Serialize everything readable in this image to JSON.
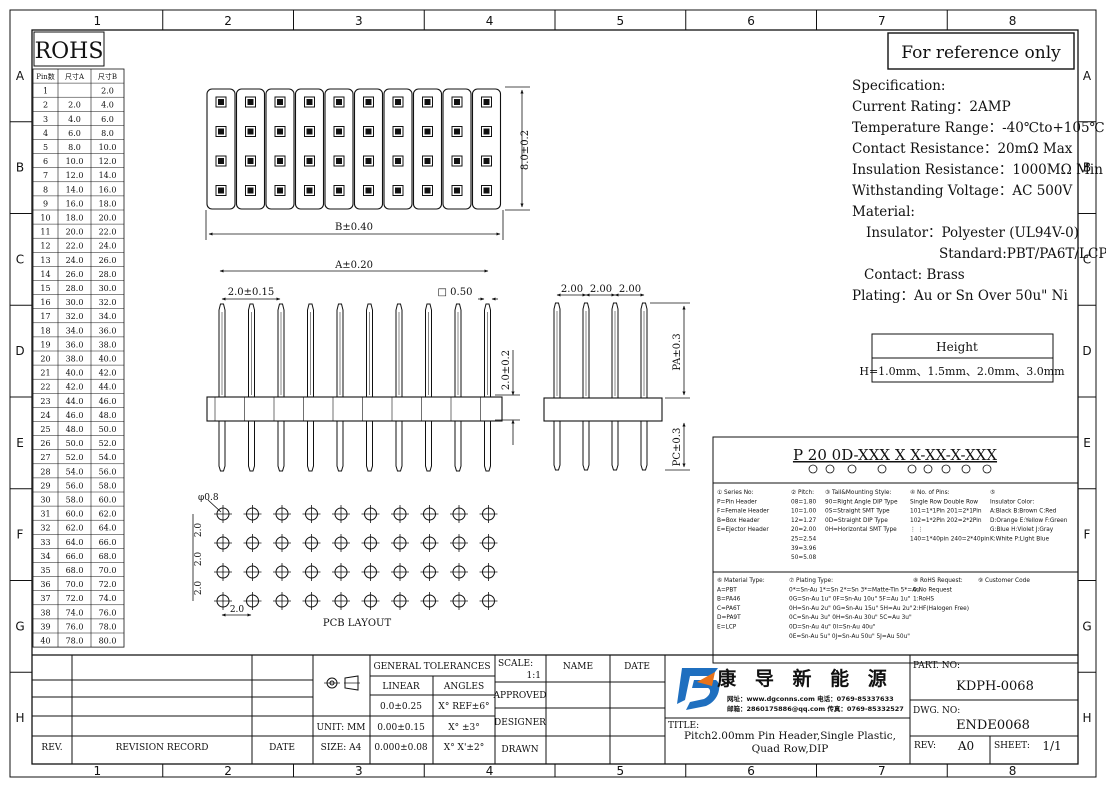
{
  "grid": {
    "columns": [
      "1",
      "2",
      "3",
      "4",
      "5",
      "6",
      "7",
      "8"
    ],
    "rows": [
      "A",
      "B",
      "C",
      "D",
      "E",
      "F",
      "G",
      "H"
    ]
  },
  "rohs": "ROHS",
  "reference": "For reference only",
  "pin_table": {
    "headers": [
      "Pin数",
      "尺寸A",
      "尺寸B"
    ],
    "rows": [
      [
        "1",
        "",
        "2.0"
      ],
      [
        "2",
        "2.0",
        "4.0"
      ],
      [
        "3",
        "4.0",
        "6.0"
      ],
      [
        "4",
        "6.0",
        "8.0"
      ],
      [
        "5",
        "8.0",
        "10.0"
      ],
      [
        "6",
        "10.0",
        "12.0"
      ],
      [
        "7",
        "12.0",
        "14.0"
      ],
      [
        "8",
        "14.0",
        "16.0"
      ],
      [
        "9",
        "16.0",
        "18.0"
      ],
      [
        "10",
        "18.0",
        "20.0"
      ],
      [
        "11",
        "20.0",
        "22.0"
      ],
      [
        "12",
        "22.0",
        "24.0"
      ],
      [
        "13",
        "24.0",
        "26.0"
      ],
      [
        "14",
        "26.0",
        "28.0"
      ],
      [
        "15",
        "28.0",
        "30.0"
      ],
      [
        "16",
        "30.0",
        "32.0"
      ],
      [
        "17",
        "32.0",
        "34.0"
      ],
      [
        "18",
        "34.0",
        "36.0"
      ],
      [
        "19",
        "36.0",
        "38.0"
      ],
      [
        "20",
        "38.0",
        "40.0"
      ],
      [
        "21",
        "40.0",
        "42.0"
      ],
      [
        "22",
        "42.0",
        "44.0"
      ],
      [
        "23",
        "44.0",
        "46.0"
      ],
      [
        "24",
        "46.0",
        "48.0"
      ],
      [
        "25",
        "48.0",
        "50.0"
      ],
      [
        "26",
        "50.0",
        "52.0"
      ],
      [
        "27",
        "52.0",
        "54.0"
      ],
      [
        "28",
        "54.0",
        "56.0"
      ],
      [
        "29",
        "56.0",
        "58.0"
      ],
      [
        "30",
        "58.0",
        "60.0"
      ],
      [
        "31",
        "60.0",
        "62.0"
      ],
      [
        "32",
        "62.0",
        "64.0"
      ],
      [
        "33",
        "64.0",
        "66.0"
      ],
      [
        "34",
        "66.0",
        "68.0"
      ],
      [
        "35",
        "68.0",
        "70.0"
      ],
      [
        "36",
        "70.0",
        "72.0"
      ],
      [
        "37",
        "72.0",
        "74.0"
      ],
      [
        "38",
        "74.0",
        "76.0"
      ],
      [
        "39",
        "76.0",
        "78.0"
      ],
      [
        "40",
        "78.0",
        "80.0"
      ]
    ]
  },
  "dims": {
    "height_dim": "8.0±0.2",
    "b_dim": "B±0.40",
    "a_dim": "A±0.20",
    "pitch": "2.0±0.15",
    "square": "□ 0.50",
    "pitch_side_1": "2.00",
    "pitch_side_2": "2.00",
    "pitch_side_3": "2.00",
    "body_height": "2.0±0.2",
    "pa": "PA±0.3",
    "pc": "PC±0.3",
    "hole": "φ0.8",
    "pcb_pitch_1": "2.0",
    "pcb_pitch_2": "2.0",
    "pcb_pitch_3": "2.0",
    "pcb_pitch_x": "2.0",
    "pcb_label": "PCB LAYOUT"
  },
  "specification": [
    "Specification:",
    "Current Rating：2AMP",
    "Temperature Range：-40℃to+105℃",
    "Contact Resistance：20mΩ Max",
    "Insulation Resistance：1000MΩ Min",
    "Withstanding Voltage：AC 500V",
    "Material:",
    "Insulator：Polyester (UL94V-0)",
    "Standard:PBT/PA6T/LCP",
    "Contact: Brass",
    "Plating：Au or Sn Over 50u\" Ni"
  ],
  "height_box": {
    "title": "Height",
    "value": "H=1.0mm、1.5mm、2.0mm、3.0mm"
  },
  "part_code": {
    "code": "P 20 0D-XXX X X-XX-X-XXX",
    "sections": {
      "s1": [
        "① Series No:",
        "P=Pin Header",
        "F=Female Header",
        "B=Box Header",
        "E=Ejector Header"
      ],
      "s2": [
        "② Pitch:",
        "08=1.80",
        "10=1.00",
        "12=1.27",
        "20=2.00",
        "25=2.54",
        "39=3.96",
        "50=5.08"
      ],
      "s3": [
        "③ Tail&Mounting Style:",
        "90=Right Angle DIP Type",
        "0S=Straight SMT Type",
        "0D=Straight DIP Type",
        "0H=Horizontal SMT Type"
      ],
      "s4": [
        "④ No. of Pins:",
        "Single Row  Double Row",
        "101=1*1Pin   201=2*1Pin",
        "102=1*2Pin   202=2*2Pin",
        "⋮              ⋮",
        "140=1*40pin  240=2*40pin"
      ],
      "s5": [
        "⑤",
        "Insulator Color:",
        "A:Black B:Brown C:Red",
        "D:Orange E:Yellow F:Green",
        "G:Blue  H:Violet J:Gray",
        "K:White P:Light Blue"
      ],
      "s6": [
        "⑥ Material Type:",
        "A=PBT",
        "B=PA46",
        "C=PA6T",
        "D=PA9T",
        "E=LCP"
      ],
      "s7": [
        "⑦ Plating Type:",
        "0*=Sn-Au 1*=Sn 2*=Sn 3*=Matte-Tin 5*=Au",
        "0G=Sn-Au 1u\" 0F=Sn-Au 10u\" 5F=Au 1u\"",
        "0H=Sn-Au 2u\" 0G=Sn-Au 15u\" 5H=Au 2u\"",
        "0C=Sn-Au 3u\" 0H=Sn-Au 30u\" 5C=Au 3u\"",
        "0D=Sn-Au 4u\" 0I=Sn-Au 40u\"",
        "0E=Sn-Au 5u\" 0J=Sn-Au 50u\" 5J=Au 50u\""
      ],
      "s8": [
        "⑧ RoHS Request:",
        "0:No Request",
        "1:RoHS",
        "2:HF(Halogen Free)"
      ],
      "s9": [
        "⑨ Customer Code"
      ]
    }
  },
  "title_block": {
    "general_tolerances": "GENERAL TOLERANCES",
    "linear": "LINEAR",
    "angles": "ANGLES",
    "tol1": "0.0±0.25",
    "ang1": "X° REF±6°",
    "tol2": "0.00±0.15",
    "ang2": "X° ±3°",
    "tol3": "0.000±0.08",
    "ang3": "X° X'±2°",
    "unit": "UNIT: MM",
    "size": "SIZE: A4",
    "scale_label": "SCALE:",
    "scale_value": "1:1",
    "name": "NAME",
    "date": "DATE",
    "approved": "APPROVED",
    "designer": "DESIGNER",
    "drawn": "DRAWN",
    "rev_header": "REV.",
    "revision_record": "REVISION RECORD",
    "date_header": "DATE",
    "company_name": "康 导 新 能 源",
    "company_line1": "网址：www.dgconns.com  电话：0769-85337633",
    "company_line2": "邮箱：2860175886@qq.com 传真：0769-85332527",
    "title_label": "TITLE:",
    "title_value": "Pitch2.00mm Pin Header,Single Plastic,",
    "title_value2": "Quad Row,DIP",
    "part_no_label": "PART. NO:",
    "part_no": "KDPH-0068",
    "dwg_no_label": "DWG. NO:",
    "dwg_no": "ENDE0068",
    "rev_label": "REV:",
    "rev_value": "A0",
    "sheet_label": "SHEET:",
    "sheet_value": "1/1"
  },
  "colors": {
    "line": "#111111",
    "logo_blue": "#1f6fbf",
    "logo_orange": "#e8731a"
  }
}
